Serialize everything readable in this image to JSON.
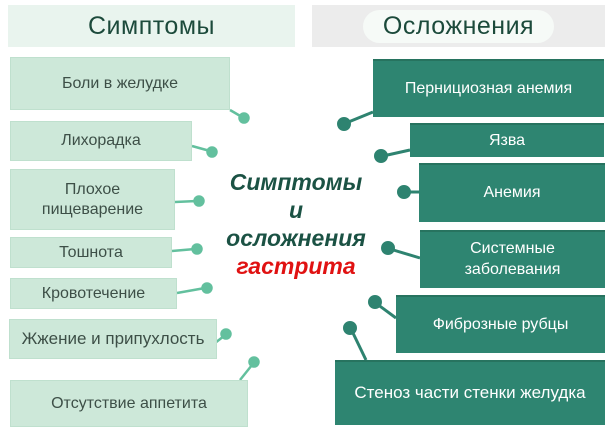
{
  "colors": {
    "page_bg": "#ffffff",
    "symptom_box_bg": "#cde8d9",
    "symptom_box_border": "#bfe0ce",
    "symptom_text": "#3d4f47",
    "complication_box_bg": "#2e8571",
    "complication_box_border": "#27735f",
    "complication_text": "#ffffff",
    "header_left_bg": "#e9f4ee",
    "header_right_bg": "#ececec",
    "header_halo": "#f6faf7",
    "header_text": "#1c4a3b",
    "title_green": "#1b5244",
    "title_red": "#e01212",
    "connector_left": "#63c09e",
    "connector_right": "#2e8370"
  },
  "symptoms": {
    "header": "Симптомы",
    "items": [
      {
        "label": "Боли в желудке"
      },
      {
        "label": "Лихорадка"
      },
      {
        "label": "Плохое\nпищеварение"
      },
      {
        "label": "Тошнота"
      },
      {
        "label": "Кровотечение"
      },
      {
        "label": "Жжение и припухлость"
      },
      {
        "label": "Отсутствие аппетита"
      }
    ]
  },
  "complications": {
    "header": "Осложнения",
    "items": [
      {
        "label": "Пернициозная анемия"
      },
      {
        "label": "Язва"
      },
      {
        "label": "Анемия"
      },
      {
        "label": "Системные\nзаболевания"
      },
      {
        "label": "Фиброзные рубцы"
      },
      {
        "label": "Стеноз части стенки желудка"
      }
    ]
  },
  "center_title": {
    "line1": "Симптомы",
    "line2": "и",
    "line3": "осложнения",
    "line4": "гастрита"
  }
}
